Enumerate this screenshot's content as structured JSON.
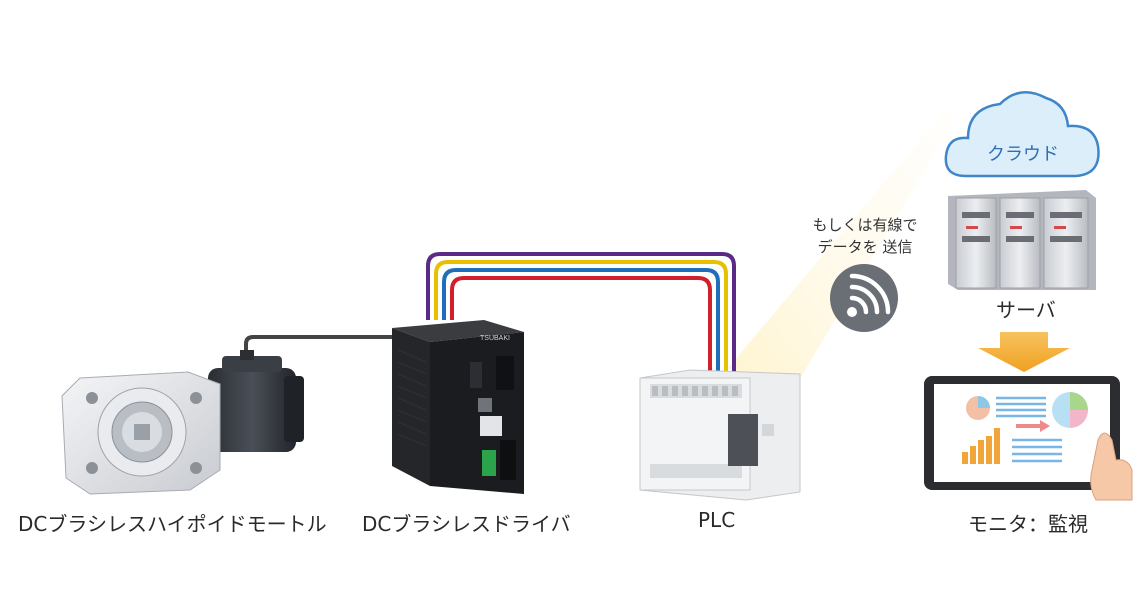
{
  "labels": {
    "motor": "DCブラシレスハイポイドモートル",
    "driver": "DCブラシレスドライバ",
    "plc": "PLC",
    "server": "サーバ",
    "monitor": "モニタ：監視",
    "cloud": "クラウド"
  },
  "wireless_caption": {
    "line1": "もしくは有線で",
    "line2": "データを 送信"
  },
  "driver_brand": "TSUBAKI",
  "cable_colors": [
    "#5b2a86",
    "#e8c000",
    "#1f6fb8",
    "#d0202a"
  ],
  "icons": [
    "wifi-icon",
    "cloud-icon",
    "arrow-down-icon",
    "touch-hand-icon"
  ]
}
